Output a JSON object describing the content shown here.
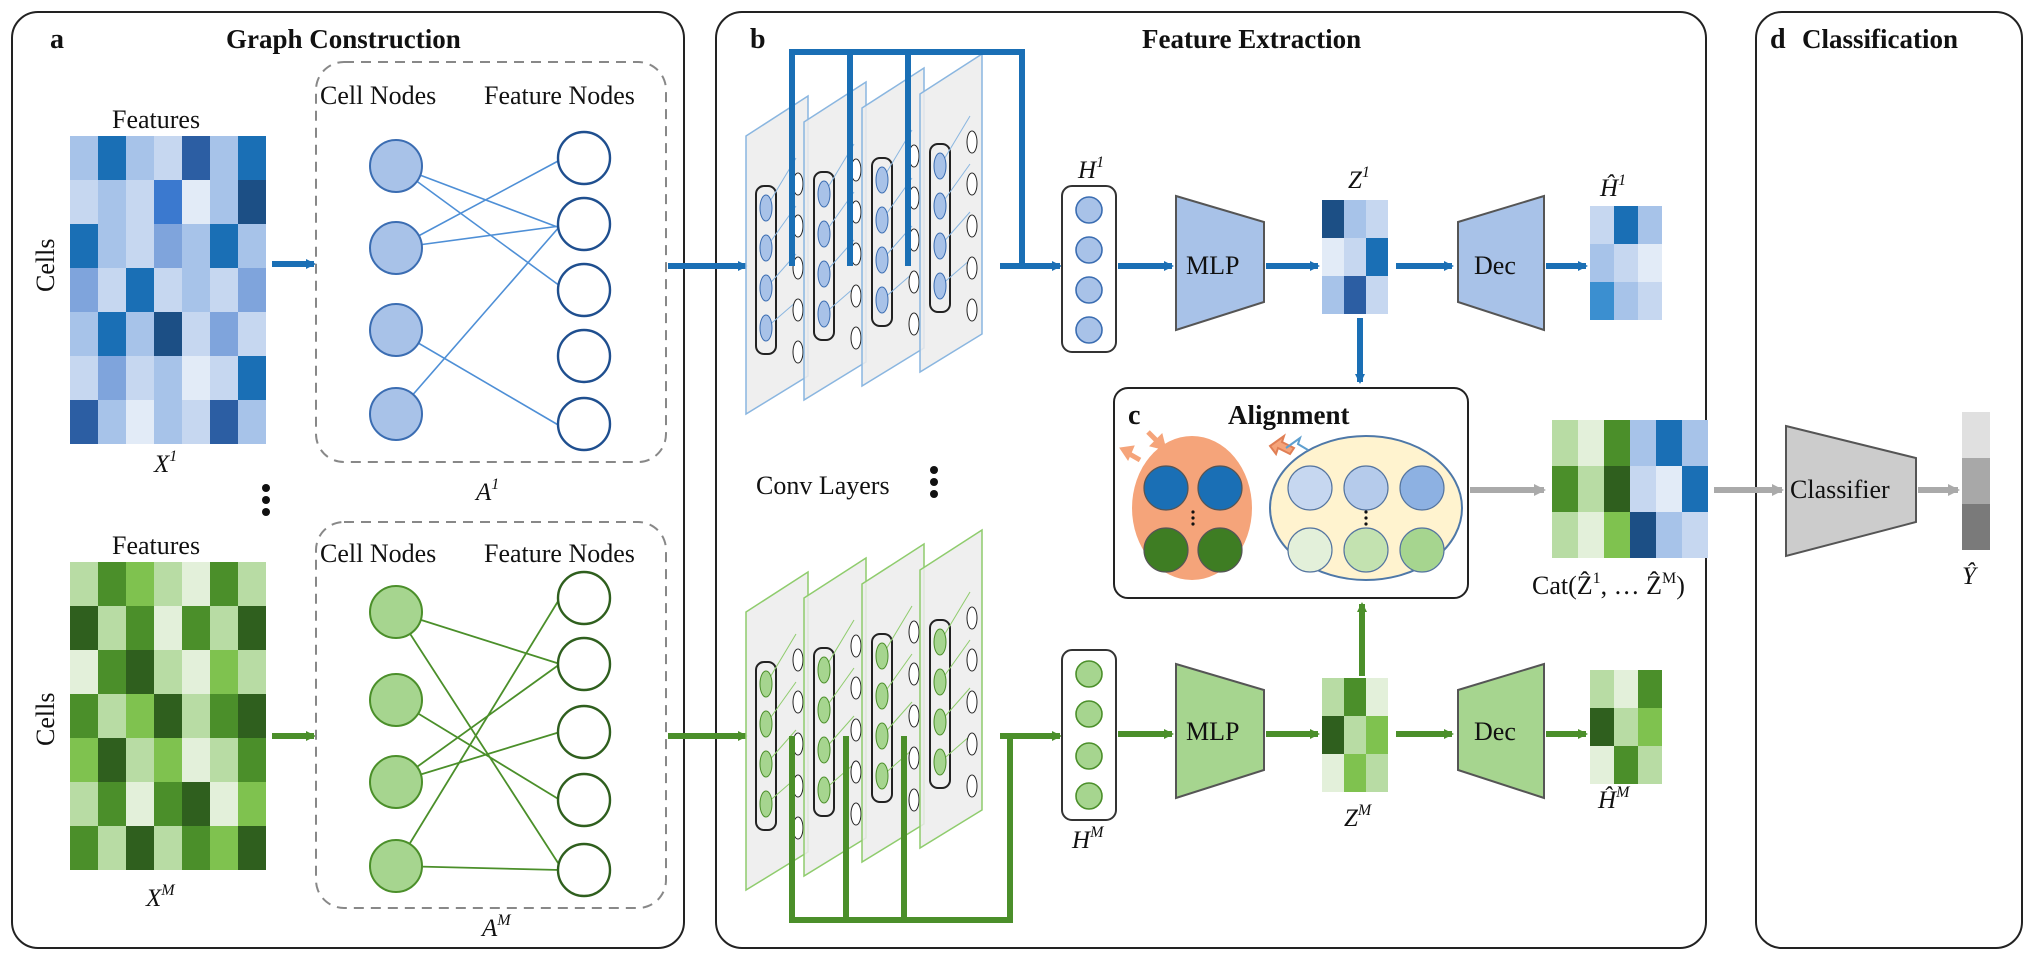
{
  "panels": {
    "a": {
      "letter": "a",
      "title": "Graph Construction"
    },
    "b": {
      "letter": "b",
      "title": "Feature Extraction"
    },
    "c": {
      "letter": "c",
      "title": "Alignment"
    },
    "d": {
      "letter": "d",
      "title": "Classification"
    }
  },
  "graph_construction": {
    "features_label": "Features",
    "cells_label": "Cells",
    "cell_nodes_label": "Cell Nodes",
    "feature_nodes_label": "Feature Nodes",
    "x_top": "X",
    "x_top_sup": "1",
    "x_bottom": "X",
    "x_bottom_sup": "M",
    "a_top": "A",
    "a_top_sup": "1",
    "a_bottom": "A",
    "a_bottom_sup": "M"
  },
  "feature_extraction": {
    "conv_layers_label": "Conv Layers",
    "h_top": "H",
    "h_top_sup": "1",
    "h_bottom": "H",
    "h_bottom_sup": "M",
    "mlp_label": "MLP",
    "dec_label": "Dec",
    "z_top": "Z",
    "z_top_sup": "1",
    "z_bottom": "Z",
    "z_bottom_sup": "M",
    "hhat_top": "Ĥ",
    "hhat_top_sup": "1",
    "hhat_bottom": "Ĥ",
    "hhat_bottom_sup": "M",
    "cat_label": "Cat(Ẑ",
    "cat_sup1": "1",
    "cat_mid": ", … Ẑ",
    "cat_sup2": "M",
    "cat_end": ")"
  },
  "classification": {
    "classifier_label": "Classifier",
    "y_hat": "Ŷ"
  },
  "colors": {
    "blue": "#1a6fb5",
    "green": "#4b8f2a",
    "blue_fill": "#a8c2e8",
    "green_fill": "#a6d58f",
    "grey_arrow": "#aaaaaa",
    "orange": "#f5a47a",
    "cream": "#fff3cf"
  },
  "heatmaps": {
    "x_top": [
      [
        "#a7c3e9",
        "#1a6fb5",
        "#a7c3e9",
        "#c6d7f0",
        "#2c5ea3",
        "#a7c3e9",
        "#1a6fb5"
      ],
      [
        "#c6d7f0",
        "#a7c3e9",
        "#c6d7f0",
        "#3b79cf",
        "#e2ebf7",
        "#a7c3e9",
        "#1c4f85"
      ],
      [
        "#1a6fb5",
        "#a7c3e9",
        "#c6d7f0",
        "#7fa4dc",
        "#a7c3e9",
        "#1a6fb5",
        "#a7c3e9"
      ],
      [
        "#7fa4dc",
        "#c6d7f0",
        "#1a6fb5",
        "#c6d7f0",
        "#a7c3e9",
        "#c6d7f0",
        "#7fa4dc"
      ],
      [
        "#a7c3e9",
        "#1a6fb5",
        "#a7c3e9",
        "#1c4f85",
        "#c6d7f0",
        "#7fa4dc",
        "#c6d7f0"
      ],
      [
        "#c6d7f0",
        "#7fa4dc",
        "#c6d7f0",
        "#a7c3e9",
        "#e2ebf7",
        "#c6d7f0",
        "#1a6fb5"
      ],
      [
        "#2c5ea3",
        "#a7c3e9",
        "#e2ebf7",
        "#a7c3e9",
        "#c6d7f0",
        "#2c5ea3",
        "#a7c3e9"
      ]
    ],
    "x_bottom": [
      [
        "#b8dca4",
        "#4b8f2a",
        "#7fc24f",
        "#b8dca4",
        "#e3f0da",
        "#4b8f2a",
        "#b8dca4"
      ],
      [
        "#2f5f1e",
        "#b8dca4",
        "#4b8f2a",
        "#e3f0da",
        "#4b8f2a",
        "#b8dca4",
        "#2f5f1e"
      ],
      [
        "#e3f0da",
        "#4b8f2a",
        "#2f5f1e",
        "#b8dca4",
        "#e3f0da",
        "#7fc24f",
        "#b8dca4"
      ],
      [
        "#4b8f2a",
        "#b8dca4",
        "#7fc24f",
        "#2f5f1e",
        "#b8dca4",
        "#4b8f2a",
        "#2f5f1e"
      ],
      [
        "#7fc24f",
        "#2f5f1e",
        "#b8dca4",
        "#7fc24f",
        "#e3f0da",
        "#b8dca4",
        "#4b8f2a"
      ],
      [
        "#b8dca4",
        "#4b8f2a",
        "#e3f0da",
        "#4b8f2a",
        "#2f5f1e",
        "#e3f0da",
        "#7fc24f"
      ],
      [
        "#4b8f2a",
        "#b8dca4",
        "#2f5f1e",
        "#b8dca4",
        "#4b8f2a",
        "#7fc24f",
        "#2f5f1e"
      ]
    ],
    "z_top": [
      [
        "#1c4f85",
        "#a7c3e9",
        "#c6d7f0"
      ],
      [
        "#e2ebf7",
        "#c6d7f0",
        "#1a6fb5"
      ],
      [
        "#a7c3e9",
        "#2c5ea3",
        "#c6d7f0"
      ]
    ],
    "z_bottom": [
      [
        "#b8dca4",
        "#4b8f2a",
        "#e3f0da"
      ],
      [
        "#2f5f1e",
        "#b8dca4",
        "#7fc24f"
      ],
      [
        "#e3f0da",
        "#7fc24f",
        "#b8dca4"
      ]
    ],
    "hhat_top": [
      [
        "#c6d7f0",
        "#1a6fb5",
        "#a7c3e9"
      ],
      [
        "#a7c3e9",
        "#c6d7f0",
        "#e2ebf7"
      ],
      [
        "#3b8fd0",
        "#a7c3e9",
        "#c6d7f0"
      ]
    ],
    "hhat_bottom": [
      [
        "#b8dca4",
        "#e3f0da",
        "#4b8f2a"
      ],
      [
        "#2f5f1e",
        "#b8dca4",
        "#7fc24f"
      ],
      [
        "#e3f0da",
        "#4b8f2a",
        "#b8dca4"
      ]
    ],
    "cat": [
      [
        "#b8dca4",
        "#e3f0da",
        "#4b8f2a",
        "#a7c3e9",
        "#1a6fb5",
        "#a7c3e9"
      ],
      [
        "#4b8f2a",
        "#b8dca4",
        "#2f5f1e",
        "#c6d7f0",
        "#e2ebf7",
        "#1a6fb5"
      ],
      [
        "#b8dca4",
        "#e3f0da",
        "#7fc24f",
        "#1c4f85",
        "#a7c3e9",
        "#c6d7f0"
      ]
    ],
    "y_hat": [
      "#e0e0e0",
      "#a8a8a8",
      "#7a7a7a"
    ]
  }
}
